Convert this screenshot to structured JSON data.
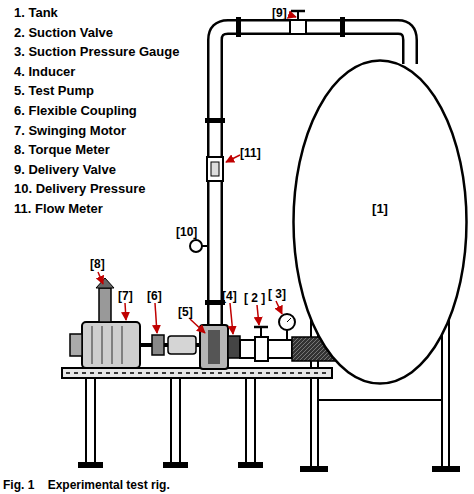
{
  "diagram": {
    "caption": "Fig. 1    Experimental test rig.",
    "nodes": [
      {
        "text": [
          "[1]"
        ]
      }
    ],
    "labels": [
      "1. Tank",
      "2. Suction Valve",
      "3. Suction Pressure Gauge",
      "4. Inducer",
      "5. Test Pump",
      "6. Flexible Coupling",
      "7. Swinging Motor",
      "8. Torque Meter",
      "9. Delivery Valve",
      "10. Delivery Pressure",
      "11. Flow Meter",
      "[9]",
      "[11]",
      "[10]",
      "[8]",
      "[7]",
      "[6]",
      "[5]",
      "[4]",
      "[ 2 ]",
      "[ 3]"
    ]
  }
}
